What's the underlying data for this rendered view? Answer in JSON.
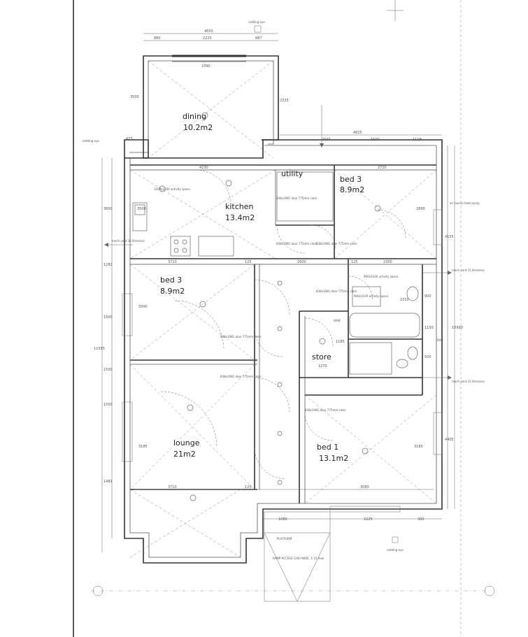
{
  "rooms": {
    "dining": {
      "name": "dining",
      "area": "10.2m2"
    },
    "kitchen": {
      "name": "kitchen",
      "area": "13.4m2"
    },
    "utility": {
      "name": "utility"
    },
    "bed3_top": {
      "name": "bed 3",
      "area": "8.9m2"
    },
    "bed3_mid": {
      "name": "bed 3",
      "area": "8.9m2"
    },
    "store": {
      "name": "store"
    },
    "lounge": {
      "name": "lounge",
      "area": "21m2"
    },
    "bed1": {
      "name": "bed 1",
      "area": "13.1m2"
    }
  },
  "dimensions": {
    "top_overall": "4650",
    "top_left": "880",
    "top_mid": "2225",
    "top_right": "887",
    "dining_inner": "2390",
    "right_overall": "4825",
    "right_a": "2007",
    "right_b": "1500",
    "right_c": "1118",
    "kitchen_width": "4230",
    "bed3_width": "2720",
    "left_1": "473",
    "mid_row_1": "3710",
    "mid_row_2": "125",
    "mid_row_3": "2600",
    "mid_row_4": "125",
    "mid_row_5": "2300",
    "bottom_row_1": "3710",
    "bottom_row_2": "125",
    "bottom_row_3": "3080",
    "base_1": "1080",
    "base_2": "2225",
    "base_3": "300",
    "vert_1": "3600",
    "vert_2": "1500",
    "vert_3": "1282",
    "vert_4": "1500",
    "vert_5": "1500",
    "vert_6": "1481",
    "vert_total": "11585",
    "right_vert_1": "2890",
    "right_vert_2": "4155",
    "right_vert_3": "4405",
    "right_vert_4": "10990",
    "store_dim": "1270",
    "store_vert": "1185",
    "wc_1": "2310",
    "wc_2": "1150",
    "wc_3": "900",
    "wc_4": "500",
    "bed1_vert": "3180",
    "kitchen_vert": "3500",
    "bed3_vert": "3300",
    "lounge_vert": "3185",
    "dining_vert": "3500",
    "dining_vert2": "2225"
  },
  "notes": {
    "rodding_top": "rodding eye",
    "rodding_left": "rodding eye",
    "rodding_right": "rodding eye",
    "air_source": "air source heat pump",
    "ext_vent_1": "mech vent 15 litres/sec",
    "ext_vent_2": "mech vent 15 litres/sec",
    "ext_vent_3": "mech vent 30 litres/sec",
    "door_1": "838x1981 door 775mm clear",
    "door_2": "838x1981 door 775mm clear",
    "door_3": "838x1981 door 775mm clear",
    "door_4": "838x1981 door 775mm clear",
    "door_5": "838x1981 door 775mm clear",
    "door_6": "838x1981 door 775mm clear",
    "door_7": "838x1981 door 775mm clear",
    "activity_1": "1200x1100 activity space",
    "activity_2": "900x1100 activity space",
    "activity_3": "900x1100 activity space",
    "ramp": "RAMP ACCESS 1200 WIDE, 1:15 max",
    "platform": "PLATFORM",
    "whb": "WHB",
    "rad": "RAD"
  },
  "colors": {
    "wall": "#333333",
    "line": "#666666",
    "text": "#222222"
  }
}
